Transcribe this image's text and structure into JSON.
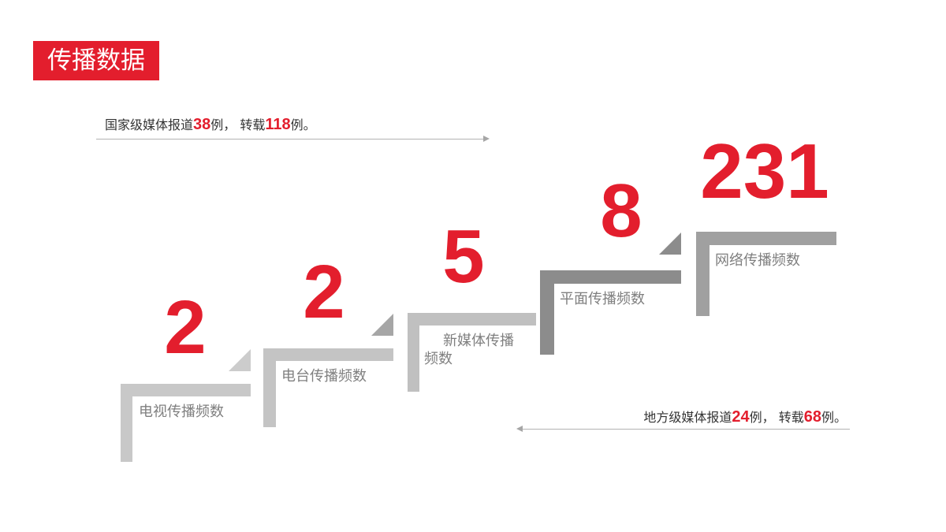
{
  "title": "传播数据",
  "notes": {
    "national": {
      "prefix": "国家级媒体报道",
      "reports": "38",
      "mid": "例， 转载",
      "reposts": "118",
      "suffix": "例。"
    },
    "local": {
      "prefix": "地方级媒体报道",
      "reports": "24",
      "mid": "例， 转载",
      "reposts": "68",
      "suffix": "例。"
    }
  },
  "steps": [
    {
      "label": "电视传播频数",
      "value": "2"
    },
    {
      "label": "电台传播频数",
      "value": "2"
    },
    {
      "label_line1": "新媒体传播",
      "label_line2": "频数",
      "value": "5"
    },
    {
      "label": "平面传播频数",
      "value": "8"
    },
    {
      "label": "网络传播频数",
      "value": "231"
    }
  ],
  "colors": {
    "accent": "#E31E2D",
    "step1": "#c8c8c8",
    "step2": "#c4c4c4",
    "step3": "#c0c0c0",
    "step4": "#8c8c8c",
    "step5": "#a0a0a0"
  }
}
